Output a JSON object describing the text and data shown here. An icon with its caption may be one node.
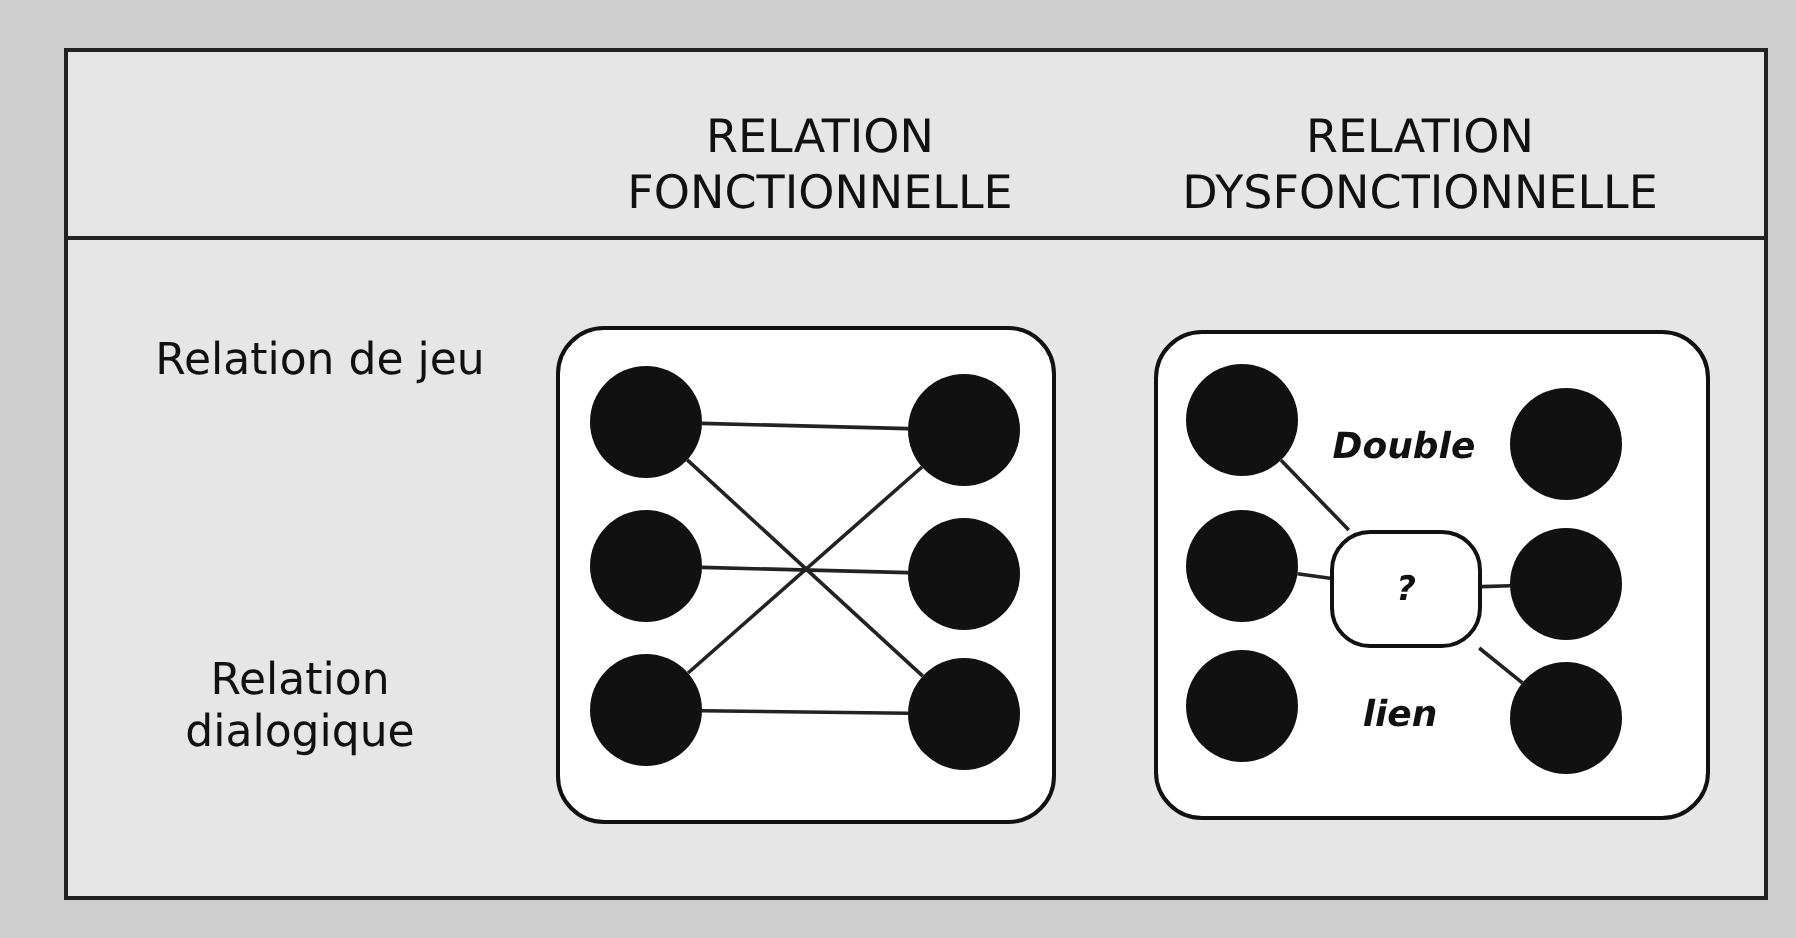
{
  "diagram": {
    "nodes": [
      {
        "text": [],
        "shape": "box"
      },
      {
        "text": [],
        "shape": "circle",
        "in": 0
      },
      {
        "text": [],
        "shape": "circle",
        "in": 0
      },
      {
        "text": [],
        "shape": "circle",
        "in": 0
      },
      {
        "text": [],
        "shape": "circle",
        "in": 0
      },
      {
        "text": [],
        "shape": "circle",
        "in": 0
      },
      {
        "text": [],
        "shape": "circle",
        "in": 0
      },
      {
        "text": [],
        "shape": "box"
      },
      {
        "text": [],
        "shape": "circle",
        "in": 7
      },
      {
        "text": [],
        "shape": "circle",
        "in": 7
      },
      {
        "text": [],
        "shape": "circle",
        "in": 7
      },
      {
        "text": [
          "?"
        ],
        "in": 7
      },
      {
        "text": [],
        "shape": "circle",
        "in": 7
      },
      {
        "text": [],
        "shape": "circle",
        "in": 7
      },
      {
        "text": [],
        "shape": "circle",
        "in": 7
      }
    ],
    "edges": [
      {
        "from": 1,
        "to": 4,
        "arrow": "none"
      },
      {
        "from": 1,
        "to": 6,
        "arrow": "none"
      },
      {
        "from": 2,
        "to": 5,
        "arrow": "none"
      },
      {
        "from": 3,
        "to": 4,
        "arrow": "none"
      },
      {
        "from": 3,
        "to": 6,
        "arrow": "none"
      },
      {
        "from": 8,
        "to": 11,
        "arrow": "none"
      },
      {
        "from": 9,
        "to": 11,
        "arrow": "none"
      },
      {
        "from": 11,
        "to": 13,
        "arrow": "none"
      },
      {
        "from": 11,
        "to": 14,
        "arrow": "none"
      }
    ],
    "labels": [
      "RELATION FONCTIONNELLE",
      "RELATION DYSFONCTIONNELLE",
      "Relation de jeu",
      "Relation dialogique",
      "Double",
      "lien"
    ]
  }
}
